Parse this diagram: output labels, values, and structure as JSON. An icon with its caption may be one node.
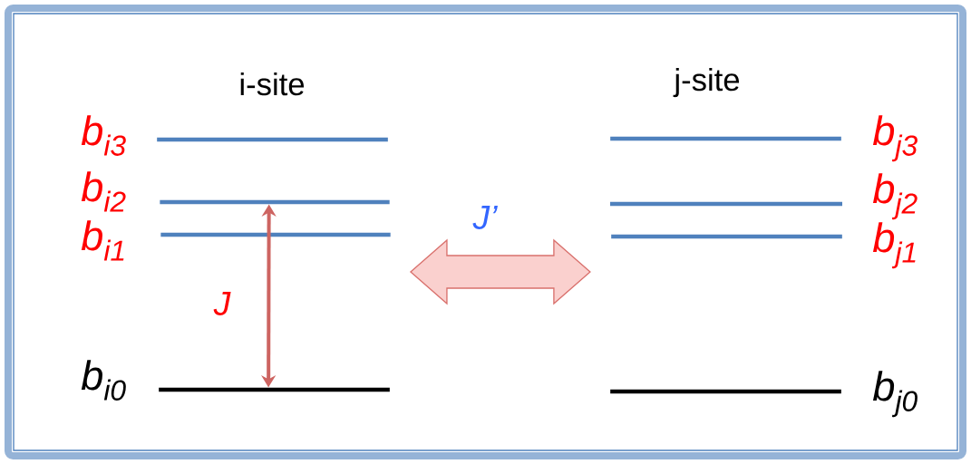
{
  "diagram": {
    "nodes": [
      {
        "text": [],
        "shape": "bar",
        "beside": [
          "b$_{i3}$"
        ]
      },
      {
        "text": [],
        "shape": "bar",
        "beside": [
          "b$_{i2}$"
        ]
      },
      {
        "text": [],
        "shape": "bar",
        "beside": [
          "b$_{i1}$"
        ]
      },
      {
        "text": [],
        "shape": "bar",
        "beside": [
          "b$_{i0}$"
        ]
      },
      {
        "text": [],
        "shape": "bar",
        "beside": [
          "b$_{j3}$"
        ]
      },
      {
        "text": [],
        "shape": "bar",
        "beside": [
          "b$_{j2}$"
        ]
      },
      {
        "text": [],
        "shape": "bar",
        "beside": [
          "b$_{j1}$"
        ]
      },
      {
        "text": [],
        "shape": "bar",
        "beside": [
          "b$_{j0}$"
        ]
      }
    ],
    "edges": [
      {
        "from": 1,
        "to": 3,
        "arrow": "both",
        "label": "J",
        "color": "#cd6461"
      },
      {
        "from": 2,
        "to": 6,
        "arrow": "both",
        "label": "J’",
        "style": "thick"
      }
    ],
    "labels": [
      "i-site",
      "j-site"
    ]
  }
}
